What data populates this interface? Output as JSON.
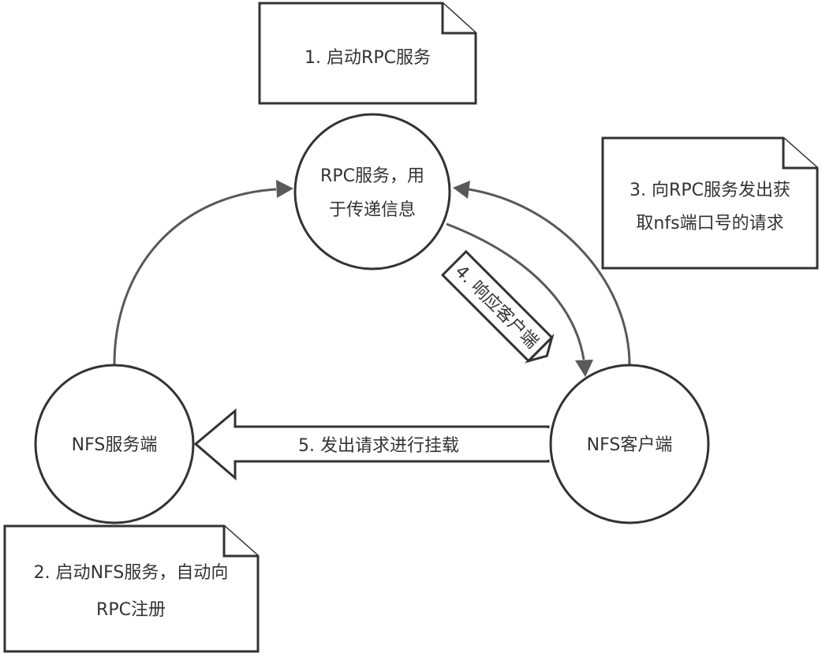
{
  "nodes": {
    "rpc_service": {
      "lines": [
        "RPC服务，用",
        "于传递信息"
      ]
    },
    "nfs_server": {
      "lines": [
        "NFS服务端"
      ]
    },
    "nfs_client": {
      "lines": [
        "NFS客户端"
      ]
    }
  },
  "notes": {
    "start_rpc": {
      "lines": [
        "1. 启动RPC服务"
      ]
    },
    "register_nfs": {
      "lines": [
        "2. 启动NFS服务，自动向",
        "RPC注册"
      ]
    },
    "request_port": {
      "lines": [
        "3. 向RPC服务发出获",
        "取nfs端口号的请求"
      ]
    }
  },
  "arrows": {
    "respond_client": {
      "label": "4. 响应客户端"
    },
    "mount_request": {
      "label": "5. 发出请求进行挂载"
    }
  },
  "colors": {
    "outline": "#333333",
    "connector": "#595959",
    "text": "#333333",
    "background": "#ffffff"
  }
}
